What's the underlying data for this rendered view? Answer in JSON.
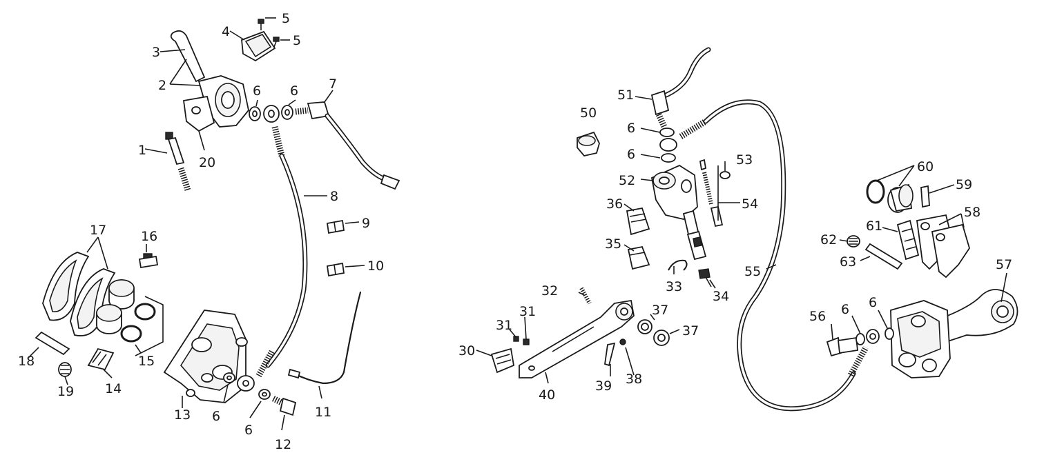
{
  "diagram": {
    "callouts": {
      "c1": "1",
      "c2": "2",
      "c3": "3",
      "c4": "4",
      "c5a": "5",
      "c5b": "5",
      "c6a": "6",
      "c6b": "6",
      "c7": "7",
      "c8": "8",
      "c9": "9",
      "c10": "10",
      "c11": "11",
      "c12": "12",
      "c13": "13",
      "c14": "14",
      "c15": "15",
      "c16": "16",
      "c17": "17",
      "c18": "18",
      "c19": "19",
      "c20": "20",
      "c6c": "6",
      "c6d": "6",
      "c30": "30",
      "c31a": "31",
      "c31b": "31",
      "c32": "32",
      "c33": "33",
      "c34": "34",
      "c35": "35",
      "c36": "36",
      "c37a": "37",
      "c37b": "37",
      "c38": "38",
      "c39": "39",
      "c40": "40",
      "c50": "50",
      "c51": "51",
      "c6e": "6",
      "c6f": "6",
      "c52": "52",
      "c53": "53",
      "c54": "54",
      "c55": "55",
      "c56": "56",
      "c6g": "6",
      "c6h": "6",
      "c57": "57",
      "c58": "58",
      "c59": "59",
      "c60": "60",
      "c61": "61",
      "c62": "62",
      "c63": "63"
    }
  }
}
